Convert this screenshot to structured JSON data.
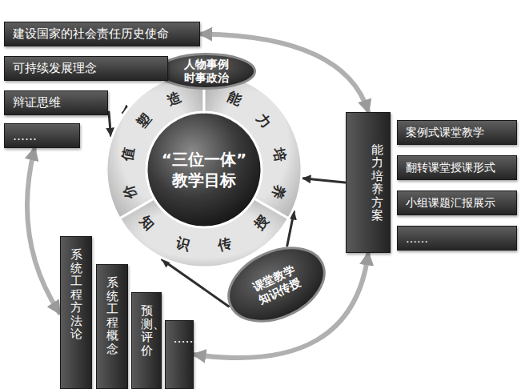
{
  "diagram": {
    "nodes": [
      {
        "text": [
          "“三位一体” 教学目标"
        ]
      },
      {
        "text": [
          "价值塑造"
        ]
      },
      {
        "text": [
          "能力培养"
        ]
      },
      {
        "text": [
          "知识传授"
        ]
      },
      {
        "text": [
          "人物事例 时事政治"
        ]
      },
      {
        "text": [
          "课堂教学 知识传授"
        ]
      },
      {
        "text": [
          "建设国家的社会责任历史使命"
        ]
      },
      {
        "text": [
          "可持续发展理念"
        ]
      },
      {
        "text": [
          "辩证思维"
        ]
      },
      {
        "text": [
          "……"
        ]
      },
      {
        "text": [
          "能力培养方案"
        ]
      },
      {
        "text": [
          "案例式课堂教学"
        ]
      },
      {
        "text": [
          "翻转课堂授课形式"
        ]
      },
      {
        "text": [
          "小组课题汇报展示"
        ]
      },
      {
        "text": [
          "……"
        ]
      },
      {
        "text": [
          "系统工程方法论"
        ]
      },
      {
        "text": [
          "系统工程概念"
        ]
      },
      {
        "text": [
          "预测、评价"
        ]
      },
      {
        "text": [
          "……"
        ]
      }
    ],
    "edges": [
      {
        "from": 4,
        "to": 1,
        "arrow": "to"
      },
      {
        "from": 5,
        "to": 3,
        "arrow": "to"
      },
      {
        "from": 5,
        "to": 2,
        "arrow": "to"
      },
      {
        "from": 10,
        "to": 2,
        "arrow": "to"
      },
      {
        "from": 8,
        "to": 1,
        "arrow": "to"
      },
      {
        "from": 6,
        "to": 10,
        "arrow": "both"
      },
      {
        "from": 10,
        "to": 18,
        "arrow": "both"
      },
      {
        "from": 9,
        "to": 15,
        "arrow": "both"
      }
    ]
  }
}
